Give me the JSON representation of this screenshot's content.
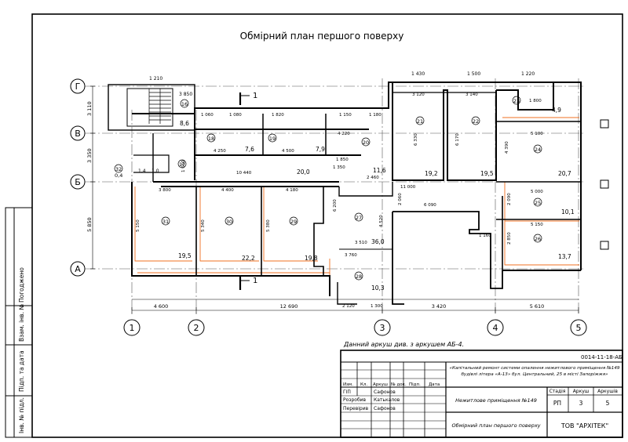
{
  "title": "Обмірний план першого поверху",
  "axes": {
    "rows": [
      "Г",
      "В",
      "Б",
      "А"
    ],
    "cols": [
      "1",
      "2",
      "3",
      "4",
      "5"
    ]
  },
  "section_mark": "1",
  "note": "Данний аркуш див. з аркушем АБ-4.",
  "left_strip": [
    "Погоджено",
    "Взам. інв. №",
    "Підп. та дата",
    "Інв. № підл."
  ],
  "row_dims": [
    "3 110",
    "3 350",
    "5 850"
  ],
  "col_dims": [
    "4 600",
    "12 690",
    "3 420",
    "5 610"
  ],
  "top_dims": [
    "1 210",
    "3 850",
    "1 430",
    "1 500",
    "1 220"
  ],
  "room_numbers": [
    "16",
    "17",
    "18",
    "19",
    "20",
    "21",
    "22",
    "23",
    "24",
    "25",
    "26",
    "27",
    "28",
    "29",
    "30",
    "31",
    "32"
  ],
  "areas": [
    "8,6",
    "1,4",
    "1,0",
    "7,6",
    "7,9",
    "20,0",
    "11,6",
    "19,2",
    "19,5",
    "4,9",
    "20,7",
    "10,1",
    "13,7",
    "36,0",
    "10,3",
    "19,8",
    "22,2",
    "19,5",
    "0,4"
  ],
  "inner_dims": [
    "1 060",
    "1 080",
    "1 820",
    "1 150",
    "1 180",
    "3 120",
    "3 140",
    "1 800",
    "4 250",
    "4 500",
    "1 850",
    "4 220",
    "10 440",
    "3 800",
    "4 400",
    "4 180",
    "5 150",
    "5 340",
    "5 380",
    "6 200",
    "3 510",
    "3 760",
    "2 120",
    "1 300",
    "6 090",
    "4 520",
    "2 060",
    "11 000",
    "5 000",
    "2 090",
    "5 150",
    "2 850",
    "1 160",
    "6 330",
    "6 170",
    "4 390",
    "5 100",
    "2 460",
    "1 660",
    "1 350"
  ],
  "title_block": {
    "code": "0014-11-18-АБ",
    "project": "«Капітальний ремонт системи опалення нежитлового приміщення №149 будівлі літера «А-13» бул. Центральний, 25 в місті Запоріжжя»",
    "object": "Нежитлове приміщення №149",
    "sheet_name": "Обмірний план першого поверху",
    "company": "ТОВ \"АРХІТЕК\"",
    "headers": [
      "Изм.",
      "Кл.",
      "Аркуш",
      "№ док.",
      "Підп.",
      "Дата"
    ],
    "roles": [
      {
        "role": "ГІП",
        "name": "Сафонов"
      },
      {
        "role": "Розробив",
        "name": "Катькалов"
      },
      {
        "role": "Перевірив",
        "name": "Сафонов"
      }
    ],
    "stage_labels": [
      "Стадія",
      "Аркуш",
      "Аркушів"
    ],
    "stage_values": [
      "РП",
      "3",
      "5"
    ]
  }
}
